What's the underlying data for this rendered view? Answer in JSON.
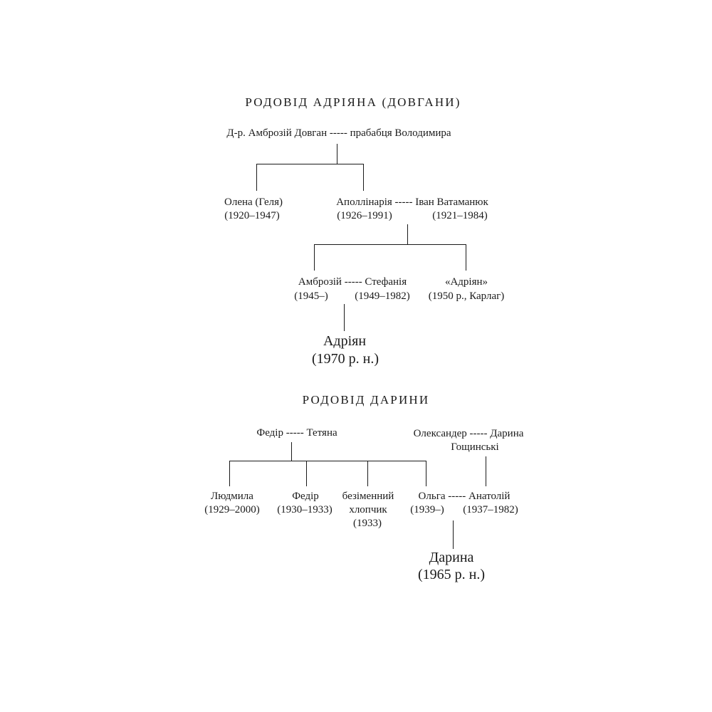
{
  "tree1": {
    "title": "РОДОВІД АДРІЯНА (ДОВГАНИ)",
    "gen1": {
      "couple": "Д-р. Амброзій Довган ----- прабабця Володимира"
    },
    "gen2": {
      "olena_name": "Олена (Геля)",
      "olena_years": "(1920–1947)",
      "couple_names": "Аполлінарія ----- Іван Ватаманюк",
      "apollinaria_years": "(1926–1991)",
      "ivan_years": "(1921–1984)"
    },
    "gen3": {
      "couple_names": "Амброзій ----- Стефанія",
      "ambroziy_years": "(1945–)",
      "stefania_years": "(1949–1982)",
      "adriyan_name": "«Адріян»",
      "adriyan_note": "(1950 р., Карлаг)"
    },
    "gen4": {
      "name": "Адріян",
      "years": "(1970 р. н.)"
    }
  },
  "tree2": {
    "title": "РОДОВІД ДАРИНИ",
    "parents_left": "Федір ----- Тетяна",
    "parents_right_line1": "Олександер ----- Дарина",
    "parents_right_line2": "Гощинські",
    "children": {
      "ludmila_name": "Людмила",
      "ludmila_years": "(1929–2000)",
      "fedir_name": "Федір",
      "fedir_years": "(1930–1933)",
      "boy_line1": "безіменний",
      "boy_line2": "хлопчик",
      "boy_years": "(1933)",
      "couple_names": "Ольга ----- Анатолій",
      "olga_years": "(1939–)",
      "anatoliy_years": "(1937–1982)"
    },
    "granddaughter": {
      "name": "Дарина",
      "years": "(1965 р. н.)"
    }
  }
}
